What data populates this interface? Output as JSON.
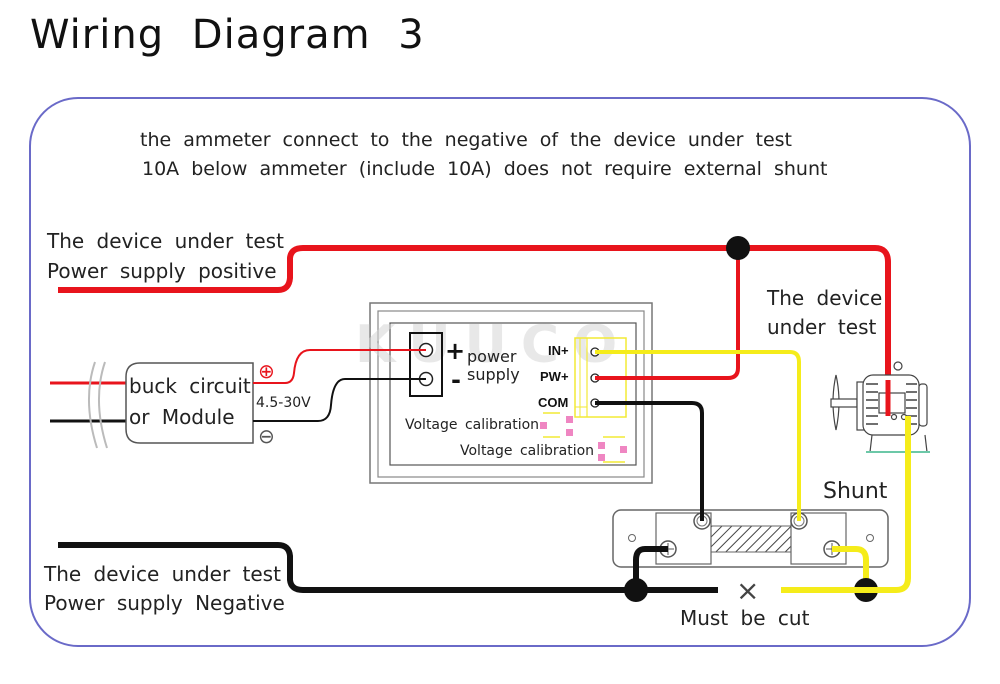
{
  "title": "Wiring  Diagram  3",
  "notes": {
    "line1": "the ammeter connect to the negative of the device under test",
    "line2": "10A below ammeter (include 10A) does not require external shunt"
  },
  "labels": {
    "positive_line1": "The device under test",
    "positive_line2": "Power supply positive",
    "negative_line1": "The device under test",
    "negative_line2": "Power supply Negative",
    "dut_line1": "The device",
    "dut_line2": "under test",
    "buck_line1": "buck circuit",
    "buck_line2": "or Module",
    "voltage_range": "4.5-30V",
    "plus_symbol": "⊕",
    "minus_symbol": "⊖",
    "power_line1": "power",
    "power_line2": "supply",
    "terminal_plus": "+",
    "terminal_minus": "-",
    "pin_in": "IN+",
    "pin_pw": "PW+",
    "pin_com": "COM",
    "voltage_cal_1": "Voltage calibration",
    "voltage_cal_2": "Voltage calibration",
    "shunt": "Shunt",
    "cut_mark": "×",
    "must_be_cut": "Must be cut",
    "watermark": "KUUCO"
  },
  "colors": {
    "frame": "#6a6ac8",
    "positive_wire": "#e8141c",
    "negative_wire": "#111111",
    "signal_wire": "#f5ec1a",
    "calibration_pad": "#ef86c2",
    "outline": "#555555"
  }
}
